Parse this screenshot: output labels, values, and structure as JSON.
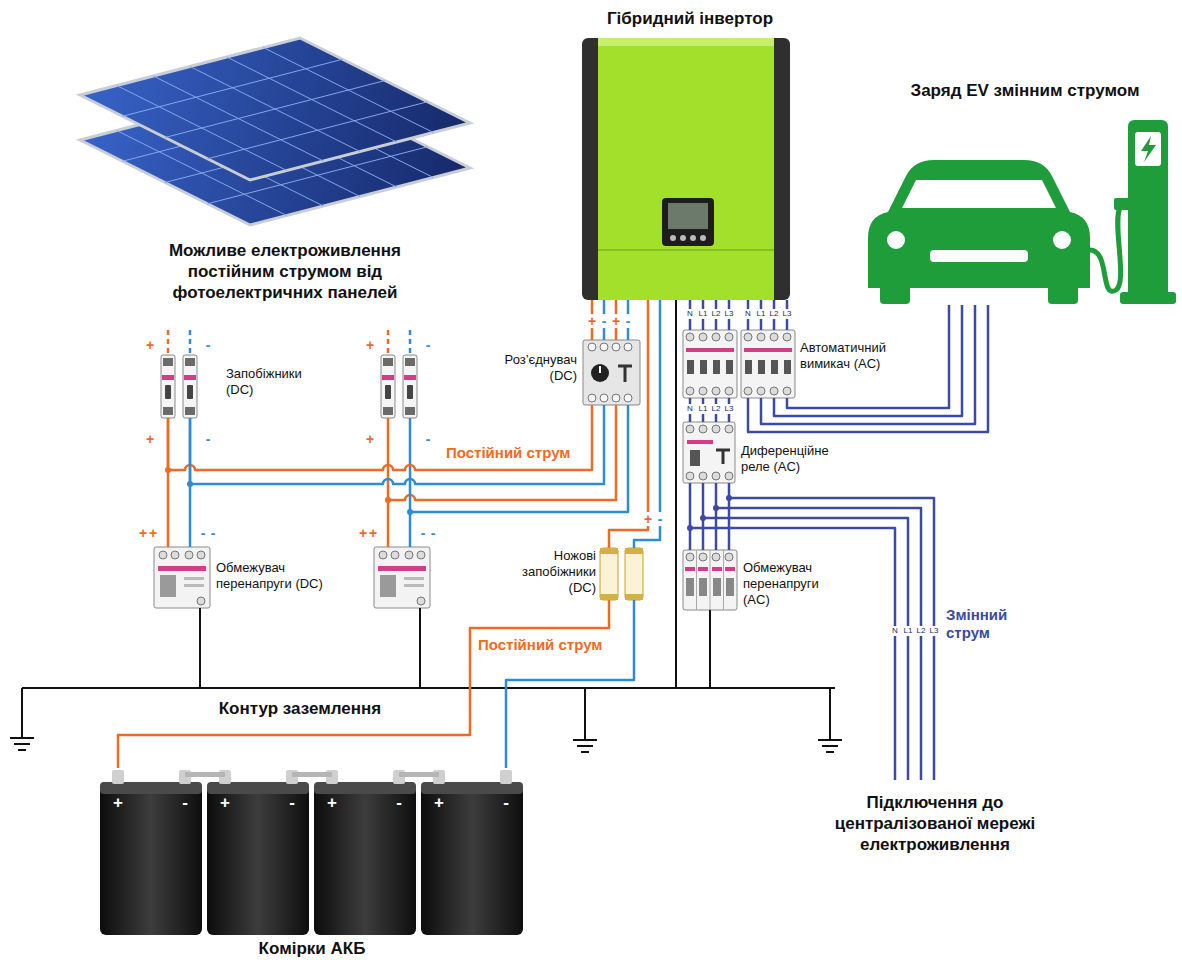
{
  "diagram": {
    "nodes": [
      {
        "text": [
          "Можливе електроживлення постійним струмом від фотоелектричних панелей"
        ]
      },
      {
        "text": [
          "Гібридний інвертор"
        ]
      },
      {
        "text": [
          "Заряд EV змінним струмом"
        ]
      },
      {
        "text": [
          "Запобіжники (DC)"
        ]
      },
      {
        "text": [
          "Роз’єднувач (DC)"
        ]
      },
      {
        "text": [
          "Автоматичний вимикач (AC)"
        ]
      },
      {
        "text": [
          "Обмежувач перенапруги (DC)"
        ]
      },
      {
        "text": [
          "Диференційне реле (AC)"
        ]
      },
      {
        "text": [
          "Ножові запобіжники (DC)"
        ]
      },
      {
        "text": [
          "Обмежувач перенапруги (AC)"
        ]
      },
      {
        "text": [
          "Комірки АКБ"
        ]
      }
    ],
    "edges": [
      {
        "from": 3,
        "to": 6,
        "arrow": "none"
      },
      {
        "from": 3,
        "to": 4,
        "arrow": "none",
        "label": "Постійний струм"
      },
      {
        "from": 4,
        "to": 1,
        "arrow": "none"
      },
      {
        "from": 10,
        "to": 8,
        "arrow": "none",
        "label": "Постійний струм"
      },
      {
        "from": 8,
        "to": 1,
        "arrow": "none"
      },
      {
        "from": 1,
        "to": 5,
        "arrow": "none"
      },
      {
        "from": 5,
        "to": 2,
        "arrow": "none"
      },
      {
        "from": 5,
        "to": 7,
        "arrow": "none"
      },
      {
        "from": 7,
        "to": 9,
        "arrow": "none"
      }
    ],
    "labels": [
      "+",
      "-",
      "+",
      "-",
      "+",
      "-",
      "+",
      "-",
      "+",
      "+",
      "-",
      "-",
      "+",
      "+",
      "-",
      "-",
      "+",
      "-",
      "+",
      "-",
      "+",
      "-",
      "N",
      "L1",
      "L2",
      "L3",
      "N",
      "L1",
      "L2",
      "L3",
      "N",
      "L1",
      "L2",
      "L3",
      "N",
      "L1",
      "L2",
      "L3",
      "Змінний струм",
      "Контур заземлення",
      "Підключення до централізованої мережі електроживлення",
      "+",
      "-",
      "+",
      "-",
      "+",
      "-",
      "+",
      "-"
    ]
  }
}
